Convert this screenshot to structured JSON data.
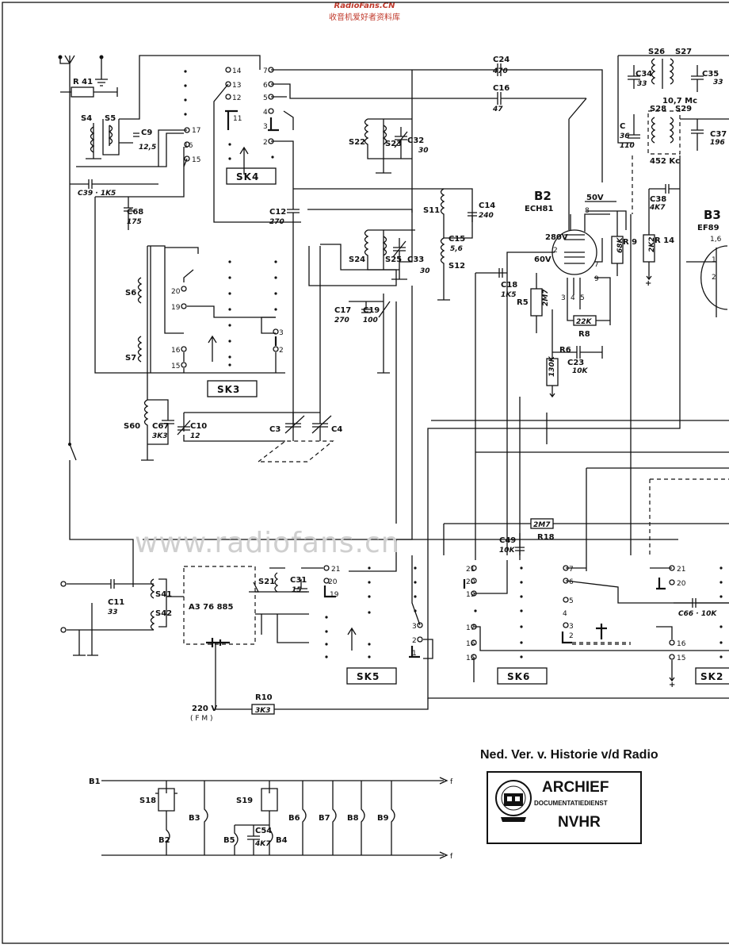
{
  "header": {
    "site": "RadioFans.CN",
    "site_cn": "收音机爱好者资料库"
  },
  "watermark": "www.radiofans.cn",
  "credit": "Ned. Ver. v. Historie v/d Radio",
  "stamp": {
    "line1": "ARCHIEF",
    "line2": "DOCUMENTATIEDIENST",
    "line3": "NVHR"
  },
  "switch_groups": [
    {
      "id": "SK4",
      "label": "SK4"
    },
    {
      "id": "SK3",
      "label": "SK3"
    },
    {
      "id": "SK5",
      "label": "SK5"
    },
    {
      "id": "SK6",
      "label": "SK6"
    },
    {
      "id": "SK2",
      "label": "SK2"
    }
  ],
  "tubes": [
    {
      "name": "B2",
      "type": "ECH81"
    },
    {
      "name": "B3",
      "type": "EF89"
    }
  ],
  "voltages": {
    "v280": "280V",
    "v60": "60V",
    "v50": "50V",
    "fm": "220 V",
    "fm_note": "( F M )"
  },
  "freqs": {
    "if_fm": "10,7 Mc",
    "if_am": "452 Kc"
  },
  "module": "A3 76 885",
  "components": {
    "R41": "R 41",
    "S4": "S4",
    "S5": "S5",
    "C9": "C9",
    "C9v": "12,5",
    "C39": "C39 · 1K5",
    "C68": "C68",
    "C68v": "175",
    "S6": "S6",
    "S7": "S7",
    "S60": "S60",
    "C67": "C67",
    "C67v": "3K3",
    "C10": "C10",
    "C10v": "12",
    "C3": "C3",
    "C4": "C4",
    "C12": "C12",
    "C12v": "270",
    "C17": "C17",
    "C17v": "270",
    "C19": "C19",
    "C19v": "100",
    "C24": "C24",
    "C24v": "470",
    "C16": "C16",
    "C16v": "47",
    "S22": "S22",
    "S23": "S23",
    "C32": "C32",
    "C32v": "30",
    "S11": "S11",
    "C14": "C14",
    "C14v": "240",
    "C15": "C15",
    "C15v": "5,6",
    "S12": "S12",
    "S24": "S24",
    "S25": "S25",
    "C33": "C33",
    "C33v": "30",
    "C18": "C18",
    "C18v": "1K5",
    "R5": "R5",
    "R5v": "2M7",
    "R6": "R6",
    "R6v": "130K",
    "C23": "C23",
    "C23v": "10K",
    "R8": "R8",
    "R8v": "22K",
    "R9": "R 9",
    "R9v": "68K",
    "R14": "R 14",
    "R14v": "2K2",
    "C38": "C38",
    "C38v": "4K7",
    "S26": "S26",
    "S27": "S27",
    "S28": "S28",
    "S29": "S29",
    "C34": "C34",
    "C34v": "33",
    "C35": "C35",
    "C35v": "33",
    "C36": "C",
    "C36v": "36",
    "C36b": "110",
    "C37": "C37",
    "C37v": "196",
    "C49": "C49",
    "C49v": "10K",
    "R18": "R18",
    "R18v": "2M7",
    "C11": "C11",
    "C11v": "33",
    "S41": "S41",
    "S42": "S42",
    "S21": "S21",
    "C31": "C31",
    "C31v": "15",
    "R10": "R10",
    "R10v": "3K3",
    "C66": "C66 · 10K",
    "S18": "S18",
    "S19": "S19",
    "C54": "C54",
    "C54v": "4K7",
    "B1": "B1",
    "B2": "B2",
    "B3": "B3",
    "B4": "B4",
    "B5": "B5",
    "B6": "B6",
    "B7": "B7",
    "B8": "B8",
    "B9": "B9"
  },
  "pins": {
    "p14": "14",
    "p7": "7",
    "p13": "13",
    "p12": "12",
    "p6": "6",
    "p5": "5",
    "p4": "4",
    "p3": "3",
    "p2": "2",
    "p11": "11",
    "p17": "17",
    "p16": "16",
    "p15": "15",
    "p20": "20",
    "p19": "19",
    "p1": "1",
    "p8": "8",
    "p9": "9",
    "p18": "1,6",
    "p21": "21",
    "f": "f"
  }
}
